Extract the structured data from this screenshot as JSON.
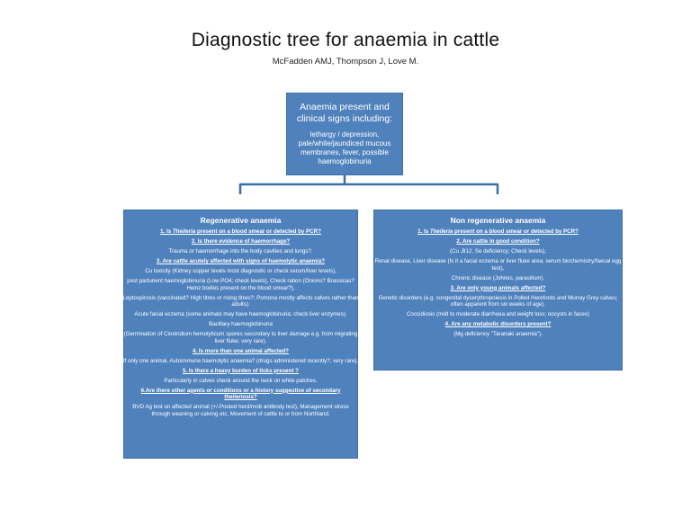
{
  "title": "Diagnostic tree for anaemia in cattle",
  "subtitle": "McFadden AMJ, Thompson J, Love M.",
  "top_box": {
    "heading": "Anaemia present and clinical signs including:",
    "body": "lethargy / depression, pale/white/jaundiced mucous membranes, fever, possible haemoglobinuria"
  },
  "left_box": {
    "heading": "Regenerative anaemia",
    "q1": {
      "pre": "1. Is ",
      "italic": "Theileria",
      "post": " present on a blood smear or detected by PCR?"
    },
    "items": [
      "2. Is there evidence of haemorrhage?",
      "Trauma or haemorrhage into the body cavities and lungs?.",
      "3. Are cattle acutely affected with signs of haemolytic anaemia?",
      "Cu toxicity (Kidney copper levels most diagnostic or check serum/liver levels),",
      "post parturient haemoglobinuria (Low PO4; check levels), Check ration (Onions? Brassicas? Heinz bodies present on the blood smear?),",
      "Leptospirosis (vaccinated? High titres or rising titres?; Pomona mostly affects calves rather than adults).",
      "Acute facial eczema (some animals may have haemoglobinuria; check liver enzymes).",
      "Bacillary haemoglobinuria",
      "(Germination of Clostridium hemolyticum spores secondary to liver damage e.g. from migrating liver fluke; very rare).",
      "4. Is more than one animal affected?",
      "If only one animal, Autoimmune haemolytic anaemia? (drugs administered recently?; very rare).",
      "5. Is there a heavy burden of ticks present ?",
      "Particularly in calves check around the neck on white patches.",
      "6.Are there other agents or conditions or a history suggestive of secondary theileriosis?",
      "BVD Ag test on affected animal (+/-Pooled herd/mob antibody test), Management stress through weaning or calving etc, Movement of cattle to or from Northland."
    ]
  },
  "right_box": {
    "heading": "Non regenerative anaemia",
    "q1": {
      "pre": "1. Is ",
      "italic": "Theileria",
      "post": " present on a blood smear or detected by PCR?"
    },
    "items": [
      "2. Are cattle in good condition?",
      "(Cu ,B12, Se deficiency; Check levels),",
      "Renal disease, Liver disease (Is it a facial eczema or liver fluke area; serum biochemistry/faecal egg test),",
      "Chronic disease (Johnes, parasitism).",
      "3. Are only young animals affected?",
      "Genetic disorders (e.g. congenital dyserythropoiesis in Polled Herefords and Murray Grey calves; often apparent from six weeks of age).",
      "Coccidiosis (mild to moderate diarrhoea and weight loss; oocysts in faces)",
      "4. Are any metabolic disorders present?",
      "(Mg deficiency \"Taranaki anaemia\")."
    ]
  }
}
